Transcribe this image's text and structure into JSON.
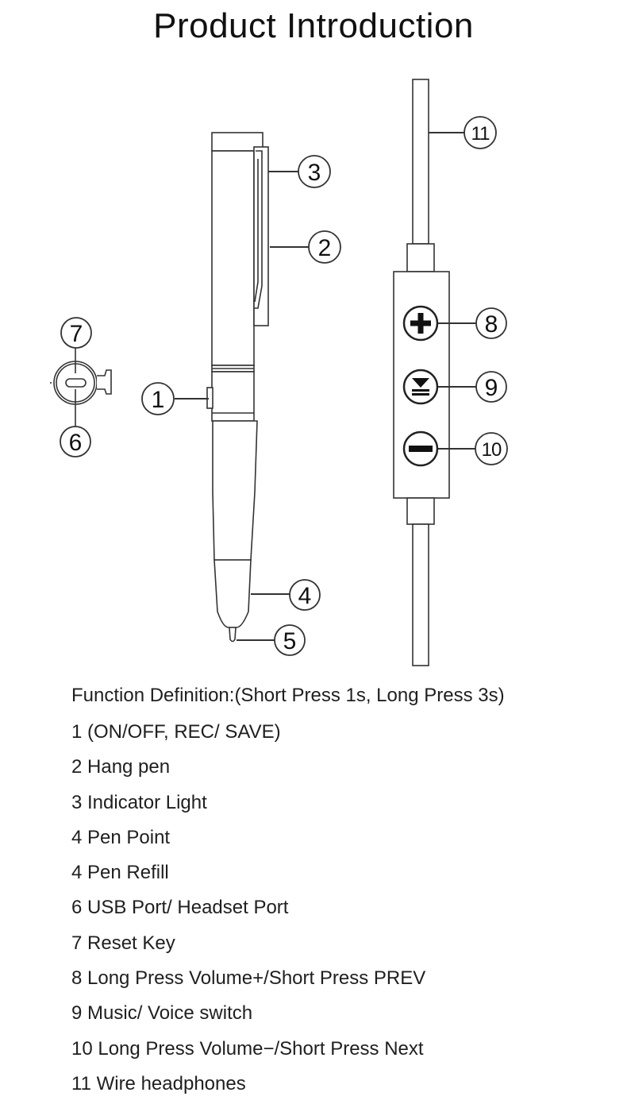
{
  "title": "Product Introduction",
  "callouts": {
    "c1": "1",
    "c2": "2",
    "c3": "3",
    "c4": "4",
    "c5": "5",
    "c6": "6",
    "c7": "7",
    "c8": "8",
    "c9": "9",
    "c10": "10",
    "c11": "11"
  },
  "definitions": {
    "heading": "Function Definition:(Short Press 1s, Long Press 3s)",
    "items": [
      "1 (ON/OFF, REC/ SAVE)",
      "2 Hang pen",
      "3 Indicator Light",
      "4 Pen Point",
      "4 Pen Refill",
      "6 USB Port/ Headset Port",
      "7 Reset Key",
      "8 Long Press Volume+/Short Press PREV",
      "9 Music/ Voice switch",
      "10 Long Press Volume−/Short Press Next",
      "11 Wire headphones"
    ]
  },
  "icons": [
    "plus-icon",
    "play-pause-icon",
    "minus-icon"
  ],
  "colors": {
    "line": "#333333",
    "text": "#1a1a1a",
    "background": "#ffffff"
  }
}
